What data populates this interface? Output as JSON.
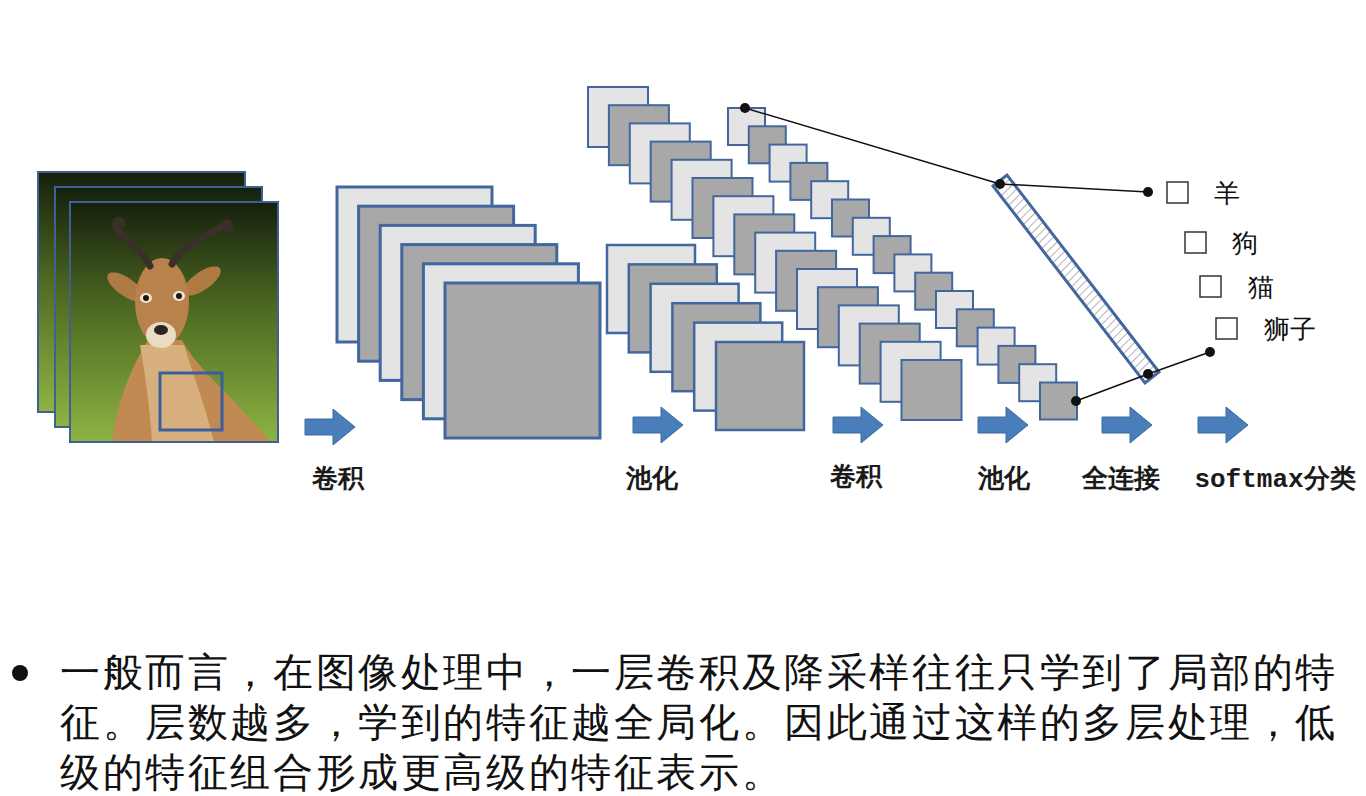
{
  "diagram": {
    "labels": [
      "卷积",
      "池化",
      "卷积",
      "池化",
      "全连接",
      "softmax分类",
      "羊",
      "狗",
      "猫",
      "狮子",
      "一般而言，在图像处理中，一层卷积及降采样往往只学到了局部的特征。层数越多，学到的特征越全局化。因此通过这样的多层处理，低级的特征组合形成更高级的特征表示。"
    ]
  }
}
